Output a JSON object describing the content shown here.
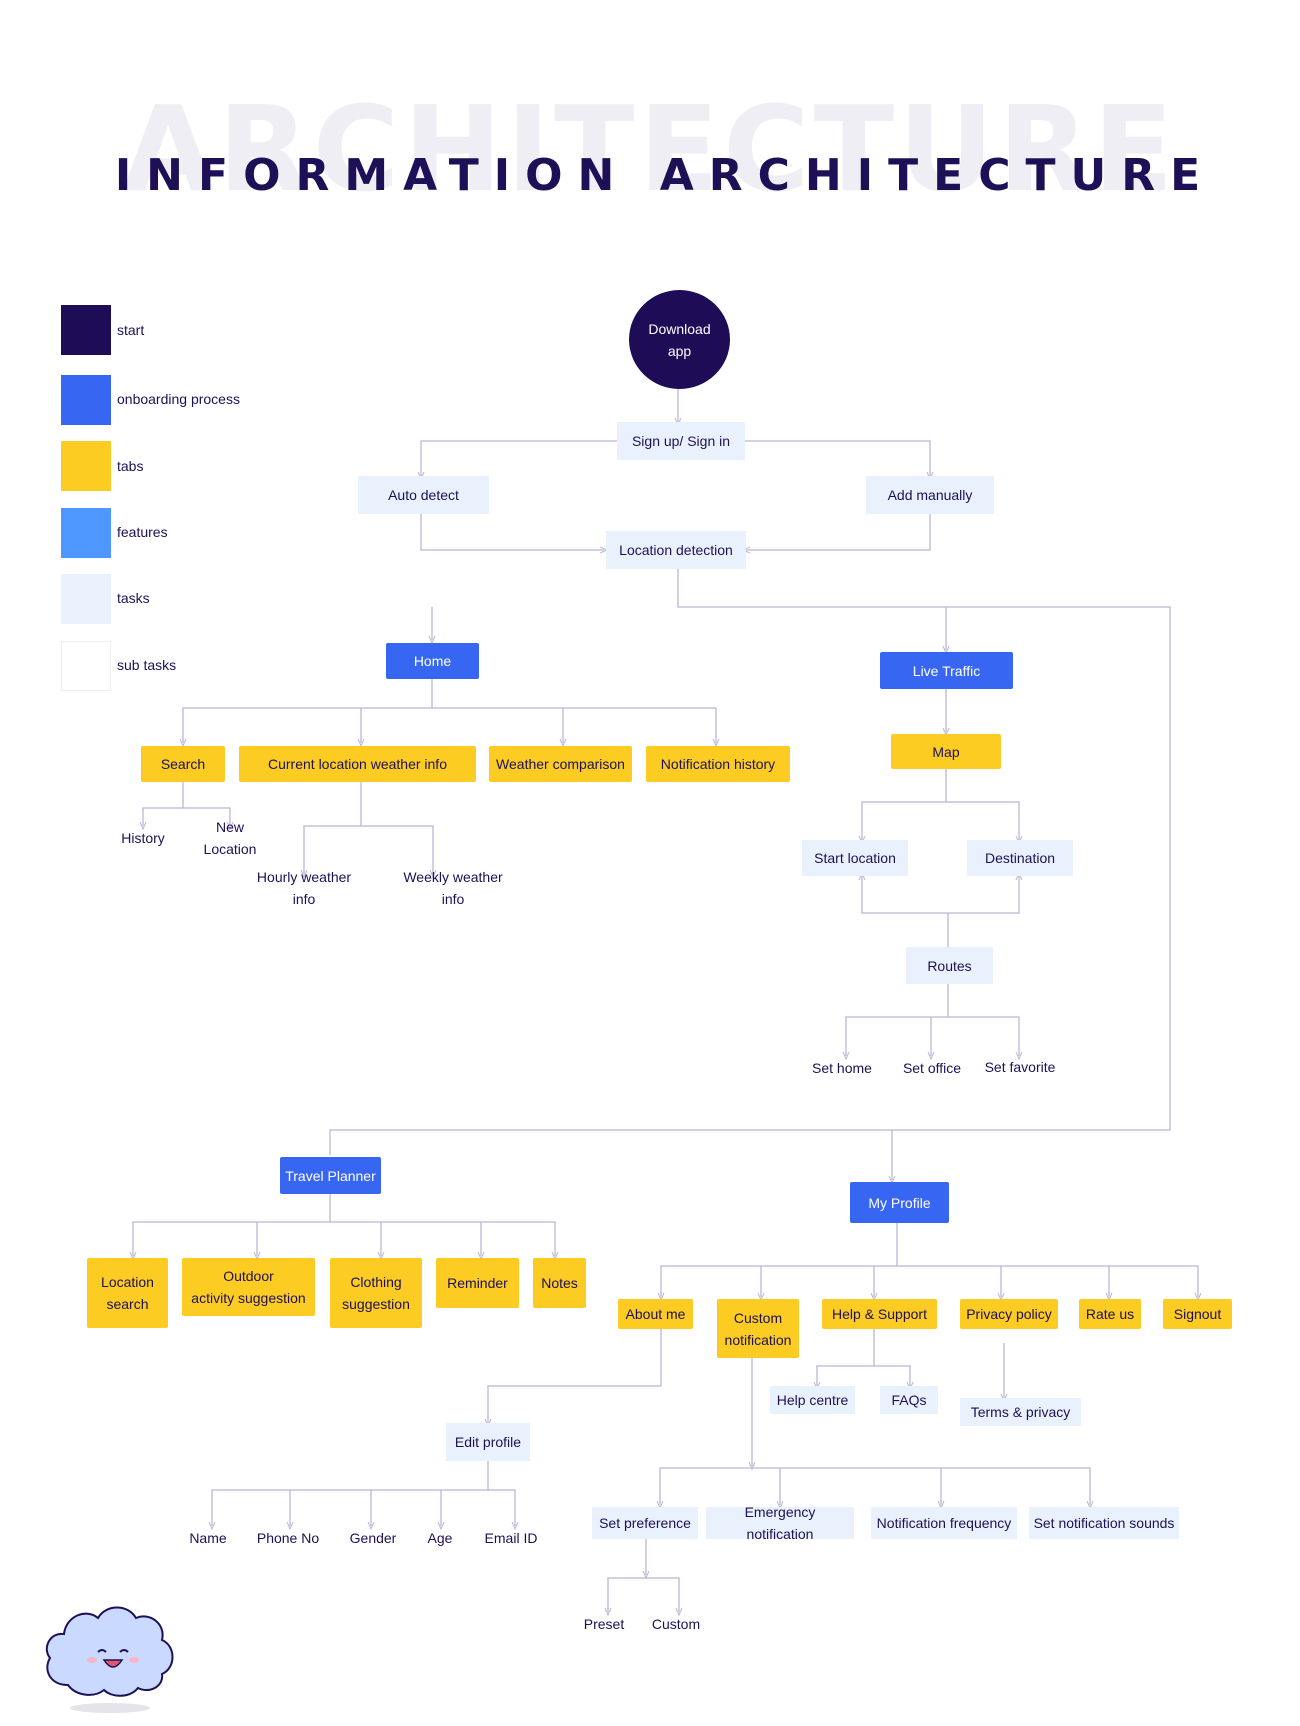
{
  "header": {
    "watermark": "ARCHITECTURE",
    "title": "INFORMATION ARCHITECTURE"
  },
  "colors": {
    "start": "#1f0c57",
    "onboarding": "#3767f2",
    "tabs": "#fccc22",
    "features": "#4d97ff",
    "tasks": "#e9f2fc",
    "subtasks": "#ffffff",
    "connector": "#b9b6d4",
    "text": "#1e1056"
  },
  "legend": [
    {
      "label": "start",
      "color": "#1f0c57"
    },
    {
      "label": "onboarding process",
      "color": "#3767f2"
    },
    {
      "label": "tabs",
      "color": "#fccc22"
    },
    {
      "label": "features",
      "color": "#4d97ff"
    },
    {
      "label": "tasks",
      "color": "#e9f2fc"
    },
    {
      "label": "sub tasks",
      "color": "#ffffff"
    }
  ],
  "nodes": {
    "download": "Download\napp",
    "signup": "Sign up/ Sign in",
    "auto_detect": "Auto detect",
    "add_manually": "Add manually",
    "location_detection": "Location detection",
    "home": "Home",
    "live_traffic": "Live Traffic",
    "search": "Search",
    "current_weather": "Current location weather info",
    "weather_comparison": "Weather comparison",
    "notification_history": "Notification history",
    "history": "History",
    "new_location": "New Location",
    "hourly": "Hourly weather info",
    "weekly": "Weekly weather info",
    "map": "Map",
    "start_location": "Start location",
    "destination": "Destination",
    "routes": "Routes",
    "set_home": "Set home",
    "set_office": "Set office",
    "set_favorite": "Set favorite",
    "travel_planner": "Travel Planner",
    "my_profile": "My Profile",
    "location_search": "Location\nsearch",
    "outdoor": "Outdoor\nactivity suggestion",
    "clothing": "Clothing\nsuggestion",
    "reminder": "Reminder",
    "notes": "Notes",
    "about_me": "About me",
    "custom_notification": "Custom\nnotification",
    "help_support": "Help & Support",
    "privacy_policy": "Privacy policy",
    "rate_us": "Rate us",
    "signout": "Signout",
    "help_centre": "Help centre",
    "faqs": "FAQs",
    "terms": "Terms & privacy",
    "edit_profile": "Edit profile",
    "name": "Name",
    "phone": "Phone No",
    "gender": "Gender",
    "age": "Age",
    "email": "Email ID",
    "set_preference": "Set preference",
    "emergency": "Emergency notification",
    "frequency": "Notification frequency",
    "sounds": "Set notification sounds",
    "preset": "Preset",
    "custom": "Custom"
  },
  "mascot": "smiling-cloud"
}
